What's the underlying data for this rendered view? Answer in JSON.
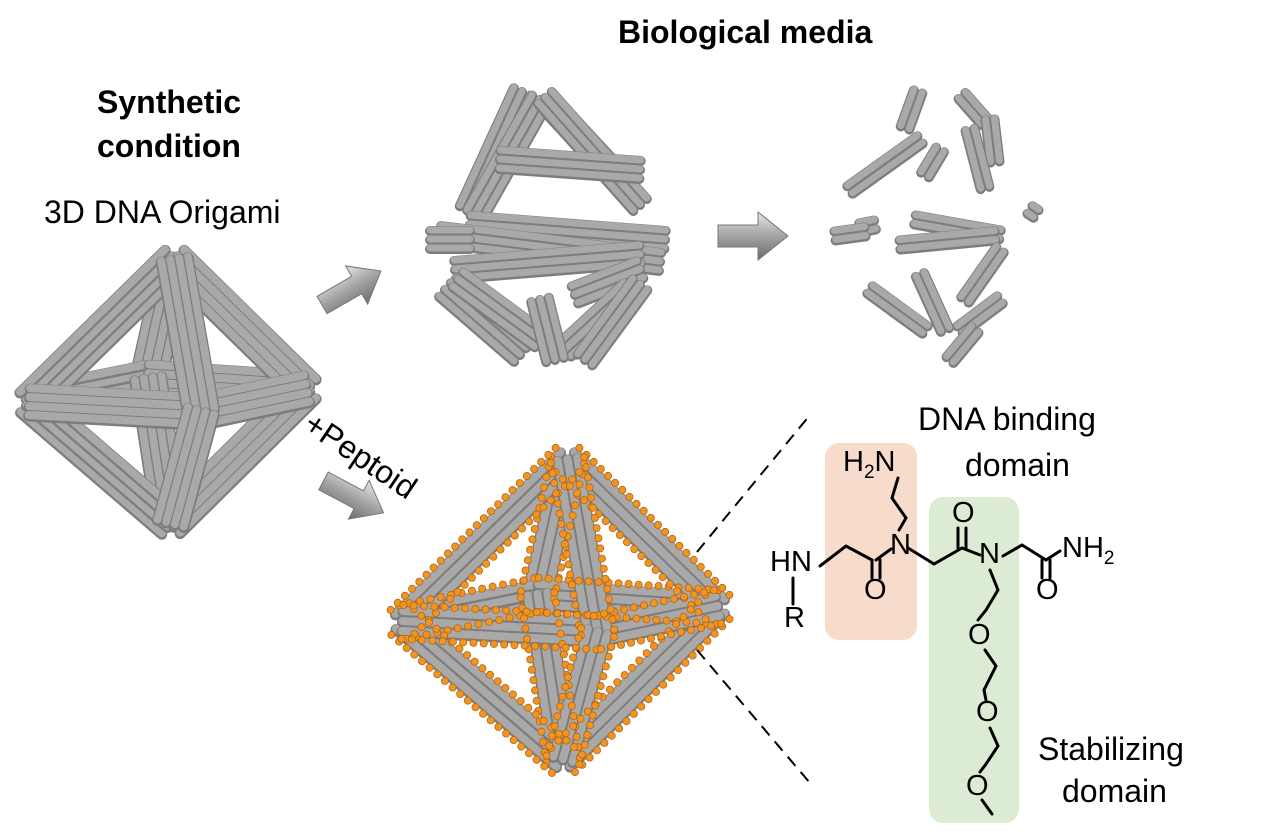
{
  "headings": {
    "biological_media": "Biological media",
    "synthetic_line1": "Synthetic",
    "synthetic_line2": "condition",
    "origami": "3D DNA Origami",
    "peptoid": "+Peptoid"
  },
  "domains": {
    "dna_binding_line1": "DNA binding",
    "dna_binding_line2": "domain",
    "stabilizing_line1": "Stabilizing",
    "stabilizing_line2": "domain"
  },
  "molecule": {
    "hn": "HN",
    "r": "R",
    "h": "H",
    "h2_sub": "2",
    "n": "N",
    "n_top": "N",
    "n_mid": "N",
    "n_right": "N",
    "o": "O",
    "o1": "O",
    "o2": "O",
    "o3": "O",
    "o4": "O",
    "o5": "O",
    "o6": "O",
    "nh": "NH",
    "nh2_sub": "2"
  },
  "colors": {
    "rod": "#a9a9a9",
    "rod_dark": "#7d7d7d",
    "peptoid_dot": "#ef9526",
    "dna_domain_box": "#f7dccc",
    "stabilizing_box": "#dcebd3",
    "arrow": "#9a9a9a"
  }
}
